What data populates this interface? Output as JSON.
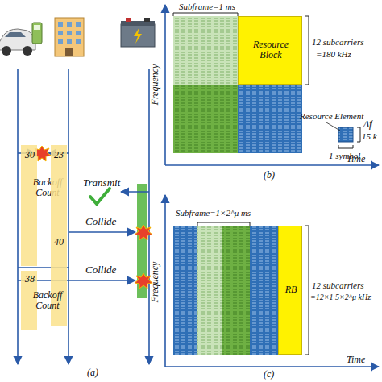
{
  "diagram": {
    "nodes": [
      {
        "text": [
          "30",
          "Backoff Count"
        ]
      },
      {
        "text": [
          "23",
          "40"
        ]
      },
      {
        "text": [
          "38",
          "Backoff Count"
        ]
      },
      {
        "text": [
          "Resource Block"
        ]
      },
      {
        "text": [
          "RB"
        ]
      }
    ],
    "labels": [
      "Transmit",
      "Collide",
      "Collide",
      "Subframe=1 ms",
      "12 subcarriers",
      "=180 kHz",
      "Resource Element",
      "Δf",
      "15 k",
      "1 symbol",
      "Frequency",
      "Time",
      "(b)",
      "Subframe=1×2^μ ms",
      "12 subcarriers",
      "=12×1 5×2^μ kHz",
      "Frequency",
      "Time",
      "(c)",
      "(a)"
    ]
  }
}
